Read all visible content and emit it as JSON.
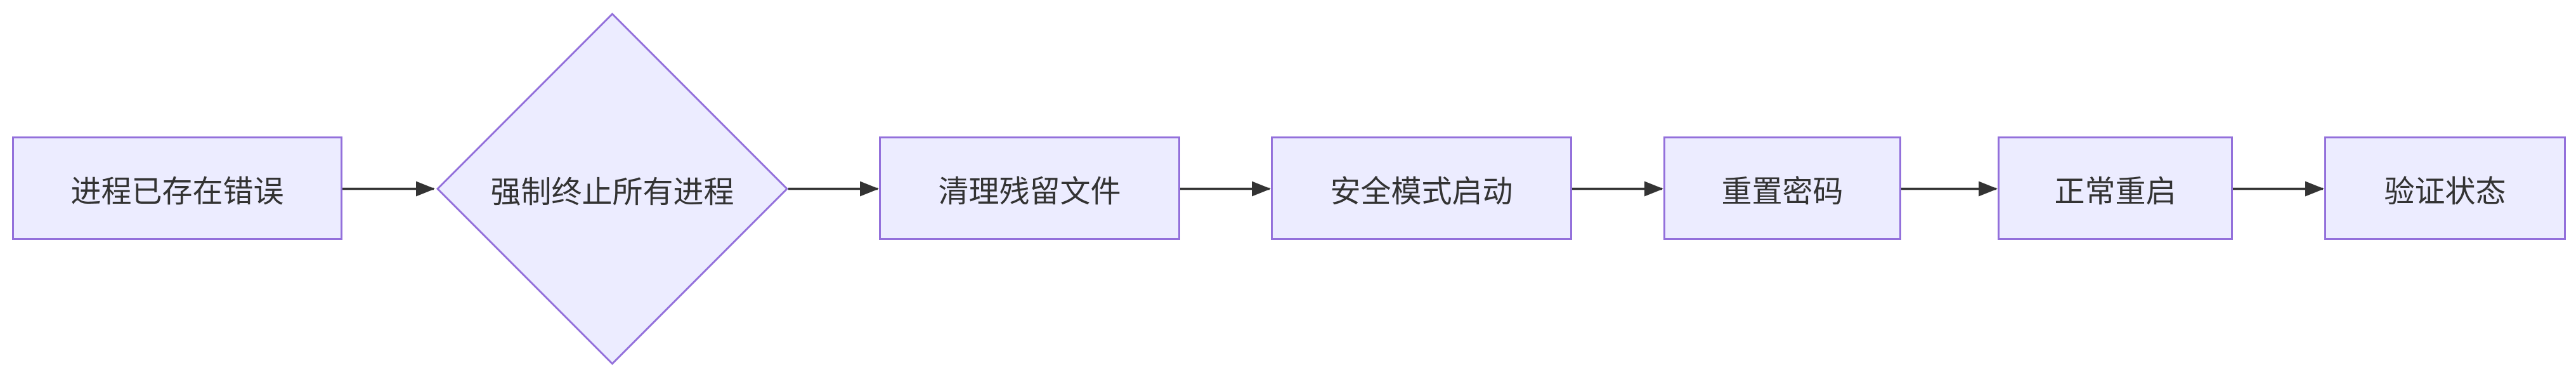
{
  "diagram": {
    "type": "flowchart",
    "direction": "left-to-right",
    "background_color": "#ffffff",
    "node_fill_color": "#ECECFF",
    "node_border_color": "#9370DB",
    "text_color": "#333333",
    "arrow_color": "#333333",
    "nodes": [
      {
        "id": "process-exists-error",
        "shape": "rectangle",
        "label": "进程已存在错误"
      },
      {
        "id": "force-kill-processes",
        "shape": "diamond",
        "label": "强制终止所有进程"
      },
      {
        "id": "clean-residual-files",
        "shape": "rectangle",
        "label": "清理残留文件"
      },
      {
        "id": "safe-mode-boot",
        "shape": "rectangle",
        "label": "安全模式启动"
      },
      {
        "id": "reset-password",
        "shape": "rectangle",
        "label": "重置密码"
      },
      {
        "id": "normal-reboot",
        "shape": "rectangle",
        "label": "正常重启"
      },
      {
        "id": "verify-status",
        "shape": "rectangle",
        "label": "验证状态"
      }
    ],
    "edges": [
      {
        "from": "process-exists-error",
        "to": "force-kill-processes",
        "label": ""
      },
      {
        "from": "force-kill-processes",
        "to": "clean-residual-files",
        "label": ""
      },
      {
        "from": "clean-residual-files",
        "to": "safe-mode-boot",
        "label": ""
      },
      {
        "from": "safe-mode-boot",
        "to": "reset-password",
        "label": ""
      },
      {
        "from": "reset-password",
        "to": "normal-reboot",
        "label": ""
      },
      {
        "from": "normal-reboot",
        "to": "verify-status",
        "label": ""
      }
    ]
  }
}
